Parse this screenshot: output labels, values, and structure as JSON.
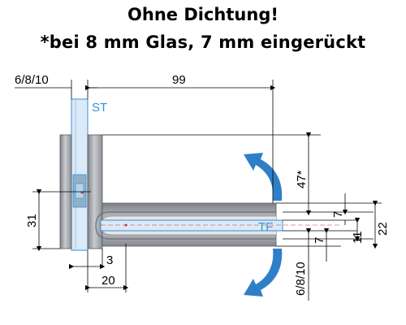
{
  "title": {
    "line1": "Ohne Dichtung!",
    "line2": "*bei 8 mm Glas, 7 mm eingerückt"
  },
  "dimensions": {
    "glass_thickness": "6/8/10",
    "overall_length": "99",
    "height_upper": "47*",
    "offset_3": "3",
    "offset_20": "20",
    "height_31": "31",
    "inner_7_top": "7",
    "inner_7_bottom": "7",
    "inner_11": "11",
    "inner_22": "22",
    "glass_thickness_lower": "6/8/10"
  },
  "labels": {
    "glass_st": "ST",
    "glass_tf": "TF"
  },
  "colors": {
    "metal": "#9a9ea4",
    "metal_light": "#c9ccd0",
    "glass": "#cfe4f6",
    "glass_edge": "#3a8fd0",
    "arrow": "#2e7fc8",
    "line": "#000000"
  }
}
